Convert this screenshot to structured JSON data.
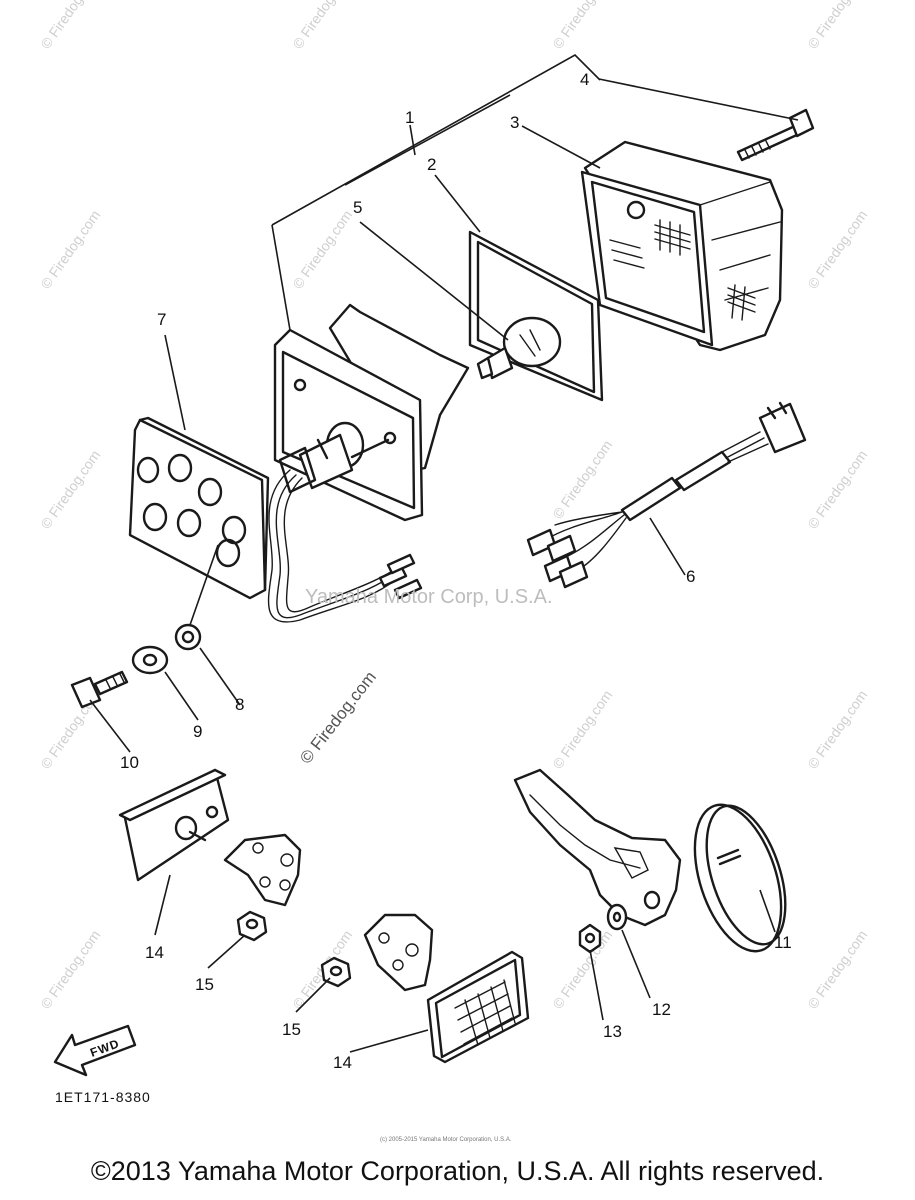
{
  "diagram": {
    "callouts": {
      "c1": "1",
      "c2": "2",
      "c3": "3",
      "c4": "4",
      "c5": "5",
      "c6": "6",
      "c7": "7",
      "c8": "8",
      "c9": "9",
      "c10": "10",
      "c11": "11",
      "c12": "12",
      "c13": "13",
      "c14a": "14",
      "c14b": "14",
      "c15a": "15",
      "c15b": "15"
    },
    "fwd_label": "FWD",
    "drawing_code": "1ET171-8380",
    "center_watermark": "Yamaha Motor Corp, U.S.A.",
    "diagonal_watermark": "© Firedog.com",
    "tile_watermark": "© Firedog.com",
    "tiny_copyright": "(c) 2005-2015 Yamaha Motor Corporation, U.S.A."
  },
  "footer": {
    "copyright": "©2013 Yamaha Motor Corporation, U.S.A. All rights reserved."
  }
}
